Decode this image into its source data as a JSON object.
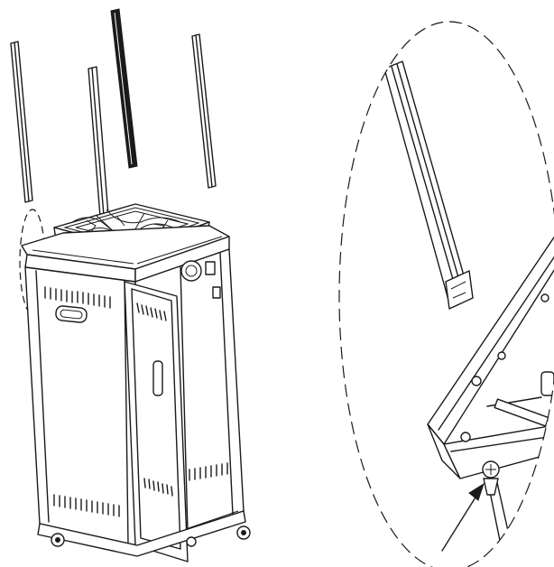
{
  "figure": {
    "kind": "assembly-instruction-illustration",
    "subject": "sauna-heater-cabinet",
    "line_color": "#1a1a1a",
    "background": "#ffffff",
    "main_view": {
      "parts": [
        "corner-rod",
        "corner-rod",
        "corner-rod",
        "corner-rod",
        "stone-basket",
        "cabinet-body",
        "open-door",
        "control-knob",
        "vent-slots",
        "carry-handle",
        "caster-wheel"
      ],
      "rod_count": 4
    },
    "detail_view": {
      "shape": "dashed-ellipse",
      "parts": [
        "corner-rod-close-up",
        "frame-corner",
        "mounting-screw",
        "insertion-arrow"
      ]
    }
  }
}
